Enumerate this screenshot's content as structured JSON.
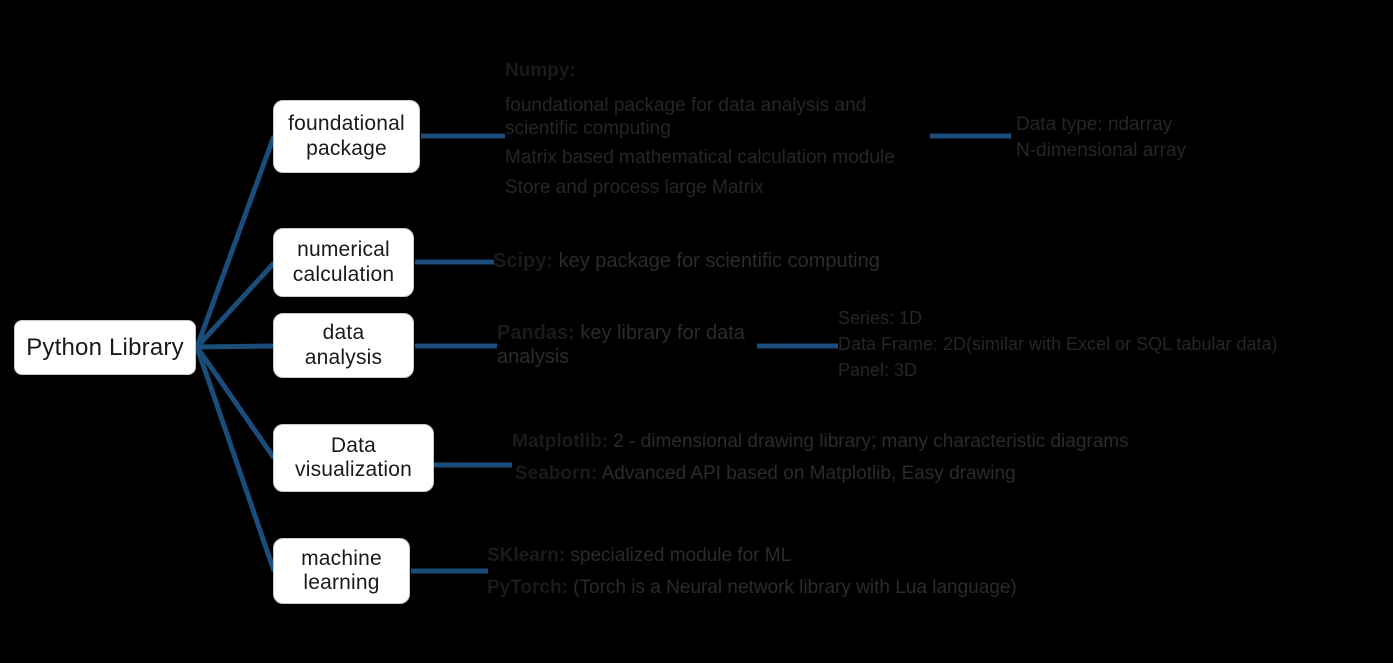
{
  "diagram": {
    "title": "Python Library",
    "root": {
      "label": "Python Library"
    },
    "branches": [
      {
        "label": "foundational\npackage"
      },
      {
        "label": "numerical\ncalculation"
      },
      {
        "label": "data\nanalysis"
      },
      {
        "label": "Data\nvisualization"
      },
      {
        "label": "machine\nlearning"
      }
    ],
    "details": {
      "numpy": {
        "head": "Numpy:",
        "lines": [
          "foundational package for data analysis and scientific computing",
          "Matrix based mathematical calculation module",
          "Store and process large Matrix"
        ]
      },
      "ndarray": {
        "lines": [
          "Data type: ndarray",
          "N-dimensional array"
        ]
      },
      "scipy": {
        "head": "Scipy:",
        "body": " key package for scientific computing"
      },
      "pandas": {
        "head": "Pandas:",
        "body": " key library for data analysis"
      },
      "pandas_structures": {
        "lines": [
          "Series: 1D",
          "Data  Frame: 2D(similar with Excel or SQL tabular data)",
          "Panel: 3D"
        ]
      },
      "visualization": {
        "items": [
          {
            "head": "Matplotlib:",
            "body": " 2 - dimensional drawing library; many characteristic diagrams"
          },
          {
            "head": "Seaborn:",
            "body": " Advanced API based on Matplotlib, Easy drawing"
          }
        ]
      },
      "machine_learning": {
        "items": [
          {
            "head": "SKlearn:",
            "body": " specialized module for ML"
          },
          {
            "head": "PyTorch:",
            "body": " (Torch is a Neural network library with Lua language)"
          }
        ]
      }
    },
    "colors": {
      "edge": "#1a4d7a",
      "node_fill": "#ffffff",
      "node_text": "#1a1a1a",
      "body_text": "#262626",
      "background": "#000000"
    }
  }
}
